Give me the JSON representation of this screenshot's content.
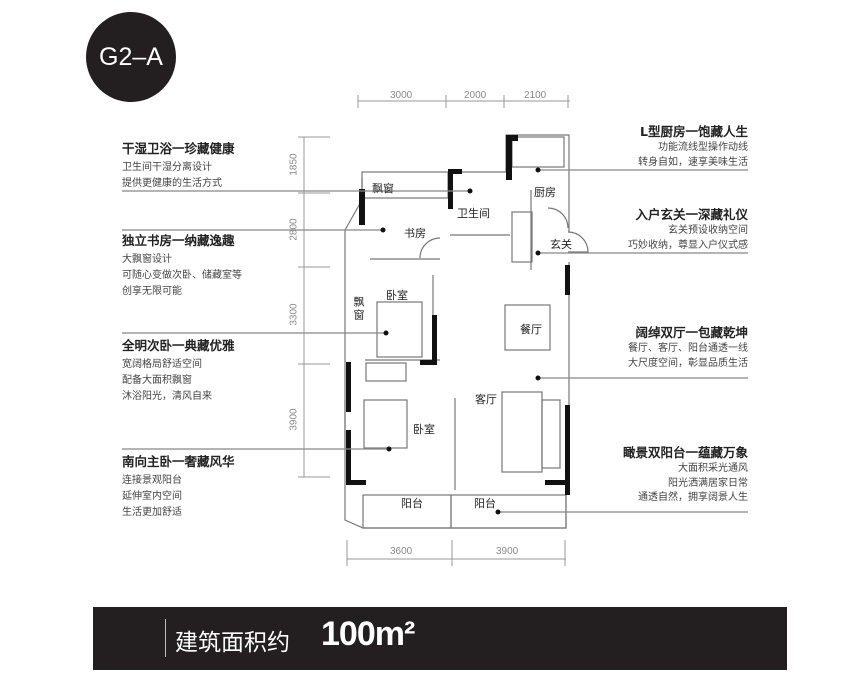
{
  "unit_code": "G2–A",
  "dimensions": {
    "top": [
      "3000",
      "2000",
      "2100"
    ],
    "bottom": [
      "3600",
      "3900"
    ],
    "left": [
      "1850",
      "2800",
      "3300",
      "3900"
    ]
  },
  "rooms": {
    "bay_window_top": "飘窗",
    "study": "书房",
    "bathroom": "卫生间",
    "kitchen": "厨房",
    "foyer": "玄关",
    "bedroom_second": "卧室",
    "bay_window_side": "飘窗",
    "dining": "餐厅",
    "living": "客厅",
    "bedroom_master": "卧室",
    "balcony_left": "阳台",
    "balcony_right": "阳台"
  },
  "left_features": [
    {
      "title": "干湿卫浴一珍藏健康",
      "lines": [
        "卫生间干湿分离设计",
        "提供更健康的生活方式"
      ]
    },
    {
      "title": "独立书房一纳藏逸趣",
      "lines": [
        "大飘窗设计",
        "可随心变做次卧、储藏室等",
        "创享无限可能"
      ]
    },
    {
      "title": "全明次卧一典藏优雅",
      "lines": [
        "宽阔格局舒适空间",
        "配备大面积飘窗",
        "沐浴阳光，清风自来"
      ]
    },
    {
      "title": "南向主卧一奢藏风华",
      "lines": [
        "连接景观阳台",
        "延伸室内空间",
        "生活更加舒适"
      ]
    }
  ],
  "right_features": [
    {
      "title": "L型厨房一饱藏人生",
      "lines": [
        "功能流线型操作动线",
        "转身自如，速享美味生活"
      ]
    },
    {
      "title": "入户玄关一深藏礼仪",
      "lines": [
        "玄关预设收纳空间",
        "巧妙收纳，尊显入户仪式感"
      ]
    },
    {
      "title": "阔绰双厅一包藏乾坤",
      "lines": [
        "餐厅、客厅、阳台通透一线",
        "大尺度空间，彰显品质生活"
      ]
    },
    {
      "title": "瞰景双阳台一蕴藏万象",
      "lines": [
        "大面积采光通风",
        "阳光洒满居家日常",
        "通透自然，拥享阔景人生"
      ]
    }
  ],
  "area": {
    "label": "建筑面积约",
    "value": "100m²"
  },
  "colors": {
    "dark": "#231f20",
    "wall": "#111111",
    "line": "#888888"
  }
}
